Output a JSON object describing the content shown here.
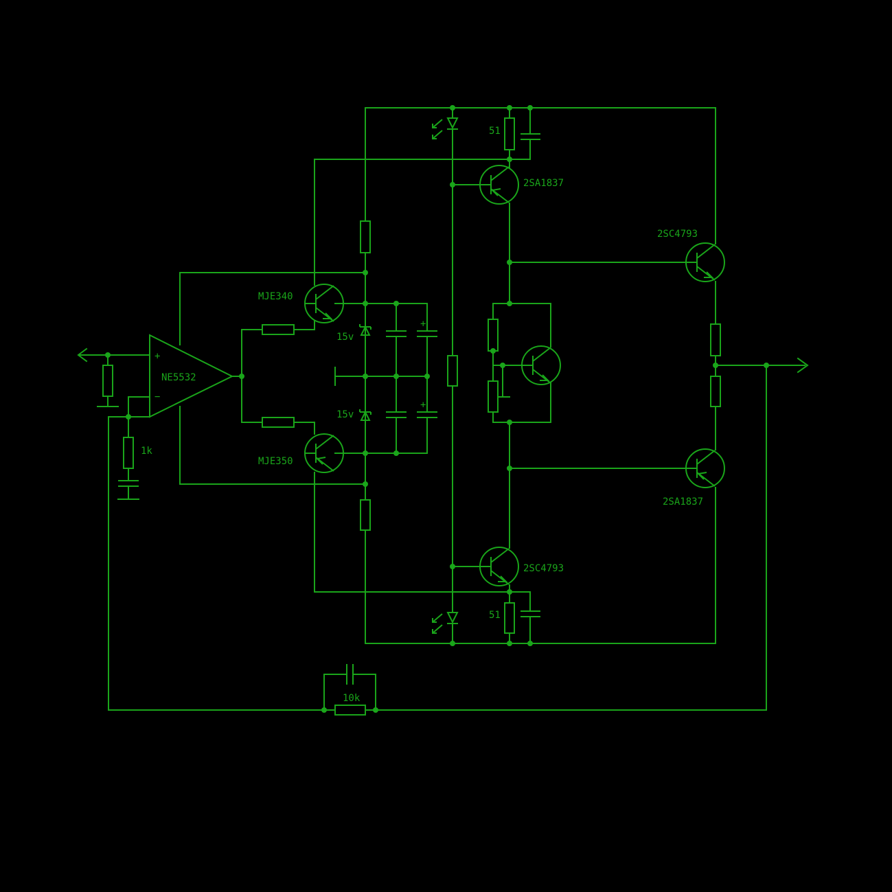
{
  "colors": {
    "background": "#000000",
    "trace": "#1aa51a"
  },
  "labels": {
    "opamp": "NE5532",
    "opamp_plus": "+",
    "opamp_minus": "−",
    "q_driver_top": "MJE340",
    "q_driver_bottom": "MJE350",
    "zener_top": "15v",
    "zener_bottom": "15v",
    "r_emitter_top": "51",
    "r_emitter_bottom": "51",
    "q_pre_top": "2SA1837",
    "q_pre_bottom": "2SC4793",
    "q_out_top": "2SC4793",
    "q_out_bottom": "2SA1837",
    "r_gain": "1k",
    "r_feedback": "10k",
    "cap_plus_top": "+",
    "cap_plus_bottom": "+"
  }
}
